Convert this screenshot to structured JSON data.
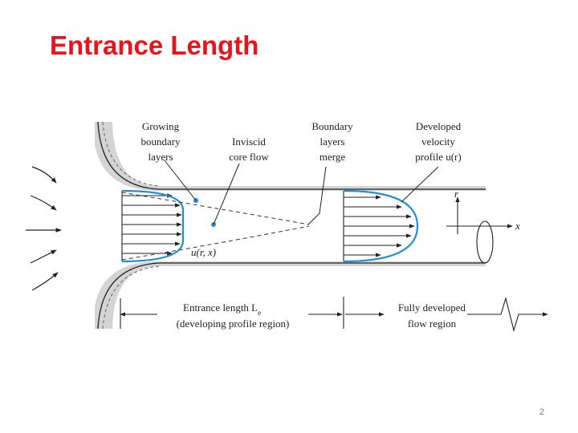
{
  "slide": {
    "title": "Entrance Length",
    "page_number": "2"
  },
  "diagram": {
    "labels": {
      "growing_bl": [
        "Growing",
        "boundary",
        "layers"
      ],
      "inviscid": [
        "Inviscid",
        "core flow"
      ],
      "bl_merge": [
        "Boundary",
        "layers",
        "merge"
      ],
      "developed": [
        "Developed",
        "velocity",
        "profile u(r)"
      ],
      "u_rx": "u(r, x)",
      "axis_r": "r",
      "axis_x": "x",
      "entrance": [
        "Entrance length L",
        "(developing profile region)"
      ],
      "entrance_sub": "e",
      "fully": [
        "Fully developed",
        "flow region"
      ]
    },
    "colors": {
      "profile": "#1f8fd6",
      "ink": "#222222",
      "pipe_shade": "#d4d4d4"
    }
  }
}
